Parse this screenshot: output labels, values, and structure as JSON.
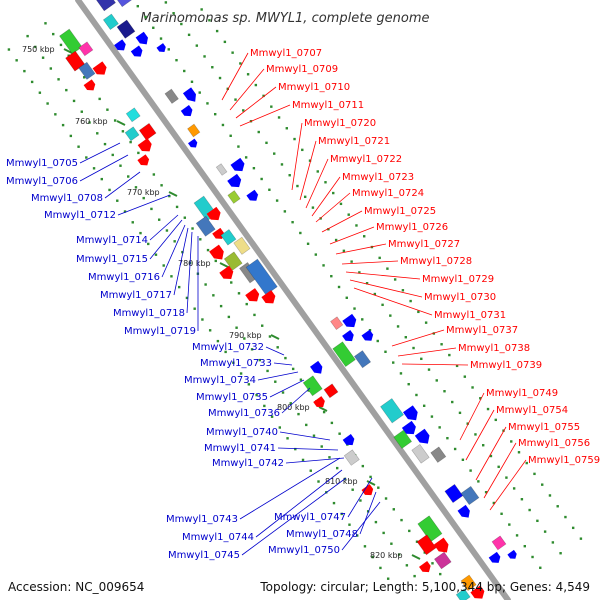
{
  "title": "Marinomonas sp. MWYL1, complete genome",
  "footer": {
    "accession": "Accession: NC_009654",
    "topology": "Topology: circular; Length: 5,100,344 bp; Genes: 4,549"
  },
  "colors": {
    "backbone": "#a0a0a0",
    "dots": "#2e8b2e",
    "left_labels": "#0000cc",
    "right_labels": "#ff0000"
  },
  "kbp_markers": [
    "750 kbp",
    "760 kbp",
    "770 kbp",
    "780 kbp",
    "790 kbp",
    "800 kbp",
    "810 kbp",
    "820 kbp"
  ],
  "left_labels": [
    "Mmwyl1_0705",
    "Mmwyl1_0706",
    "Mmwyl1_0708",
    "Mmwyl1_0712",
    "Mmwyl1_0714",
    "Mmwyl1_0715",
    "Mmwyl1_0716",
    "Mmwyl1_0717",
    "Mmwyl1_0718",
    "Mmwyl1_0719",
    "Mmwyl1_0732",
    "Mmwyl1_0733",
    "Mmwyl1_0734",
    "Mmwyl1_0735",
    "Mmwyl1_0736",
    "Mmwyl1_0740",
    "Mmwyl1_0741",
    "Mmwyl1_0742",
    "Mmwyl1_0743",
    "Mmwyl1_0744",
    "Mmwyl1_0745",
    "Mmwyl1_0747",
    "Mmwyl1_0748",
    "Mmwyl1_0750"
  ],
  "right_labels": [
    "Mmwyl1_0707",
    "Mmwyl1_0709",
    "Mmwyl1_0710",
    "Mmwyl1_0711",
    "Mmwyl1_0720",
    "Mmwyl1_0721",
    "Mmwyl1_0722",
    "Mmwyl1_0723",
    "Mmwyl1_0724",
    "Mmwyl1_0725",
    "Mmwyl1_0726",
    "Mmwyl1_0727",
    "Mmwyl1_0728",
    "Mmwyl1_0729",
    "Mmwyl1_0730",
    "Mmwyl1_0731",
    "Mmwyl1_0737",
    "Mmwyl1_0738",
    "Mmwyl1_0739",
    "Mmwyl1_0749",
    "Mmwyl1_0754",
    "Mmwyl1_0755",
    "Mmwyl1_0756",
    "Mmwyl1_0759"
  ]
}
